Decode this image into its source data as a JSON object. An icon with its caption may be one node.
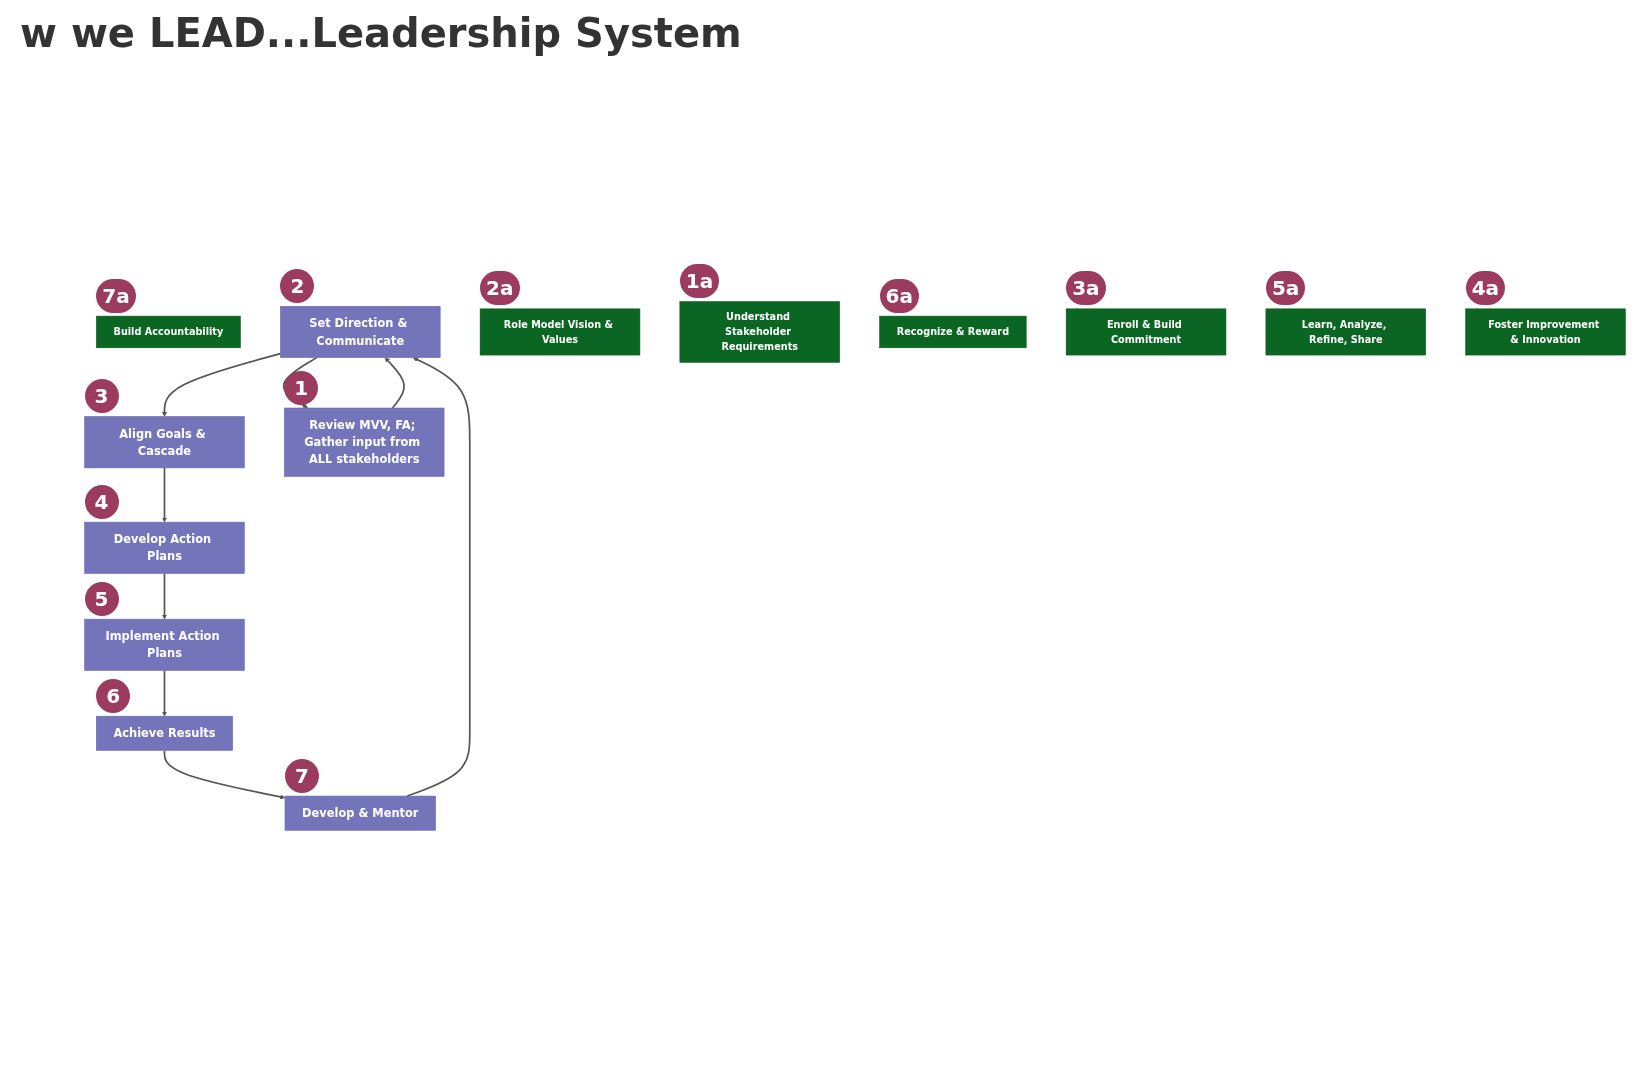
{
  "diagram": {
    "title": "w we LEAD...Leadership System",
    "nodes": [
      {
        "text": [
          "Build Accountability"
        ],
        "beside": [
          "7a"
        ]
      },
      {
        "text": [
          "Set Direction & Communicate"
        ],
        "beside": [
          "2"
        ]
      },
      {
        "text": [
          "Role Model Vision & Values"
        ],
        "beside": [
          "2a"
        ]
      },
      {
        "text": [
          "Develop & Mentor"
        ],
        "beside": [
          "7"
        ]
      },
      {
        "text": [
          "Align Goals & Cascade"
        ],
        "beside": [
          "3"
        ]
      },
      {
        "text": [
          "Understand Stakeholder Requirements"
        ],
        "beside": [
          "1a"
        ]
      },
      {
        "text": [
          "Recognize & Reward"
        ],
        "beside": [
          "6a"
        ]
      },
      {
        "text": [
          "Enroll & Build Commitment"
        ],
        "beside": [
          "3a"
        ]
      },
      {
        "text": [
          "Review MVV, FA; Gather input from ALL stakeholders"
        ],
        "beside": [
          "1"
        ]
      },
      {
        "text": [
          "Achieve Results"
        ],
        "beside": [
          "6"
        ]
      },
      {
        "text": [
          "Develop Action Plans"
        ],
        "beside": [
          "4"
        ]
      },
      {
        "text": [
          "Learn, Analyze, Refine, Share"
        ],
        "beside": [
          "5a"
        ]
      },
      {
        "text": [
          "Implement Action Plans"
        ],
        "beside": [
          "5"
        ]
      },
      {
        "text": [
          "Foster Improvement & Innovation"
        ],
        "beside": [
          "4a"
        ]
      }
    ],
    "edges": [
      {
        "from": 3,
        "to": 1,
        "arrow": "to"
      },
      {
        "from": 1,
        "to": 4,
        "arrow": "to"
      },
      {
        "from": 4,
        "to": 10,
        "arrow": "to"
      },
      {
        "from": 10,
        "to": 12,
        "arrow": "to"
      },
      {
        "from": 12,
        "to": 9,
        "arrow": "to"
      },
      {
        "from": 9,
        "to": 3,
        "arrow": "to"
      },
      {
        "from": 1,
        "to": 8,
        "arrow": "to"
      },
      {
        "from": 8,
        "to": 1,
        "arrow": "to"
      }
    ]
  }
}
